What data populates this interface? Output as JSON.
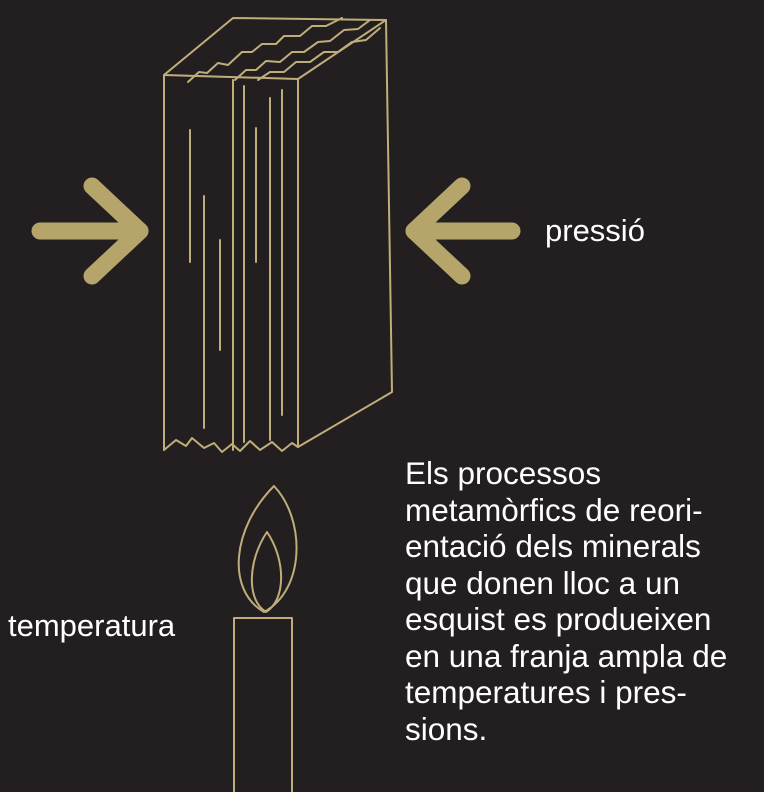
{
  "labels": {
    "pressure": "pressió",
    "temperature": "temperatura"
  },
  "description_lines": [
    "Els processos",
    "metamòrfics de reori-",
    "entació dels minerals",
    "que donen lloc a un",
    "esquist es produeixen",
    "en una franja ampla de",
    "temperatures i pres-",
    "sions."
  ],
  "icons": {
    "rock": "schist-block-icon",
    "arrow_left": "arrow-right-icon",
    "arrow_right": "arrow-left-icon",
    "candle": "candle-icon"
  },
  "colors": {
    "background": "#231f20",
    "line": "#bfae7a",
    "arrow": "#b5a56a",
    "text": "#ffffff"
  }
}
